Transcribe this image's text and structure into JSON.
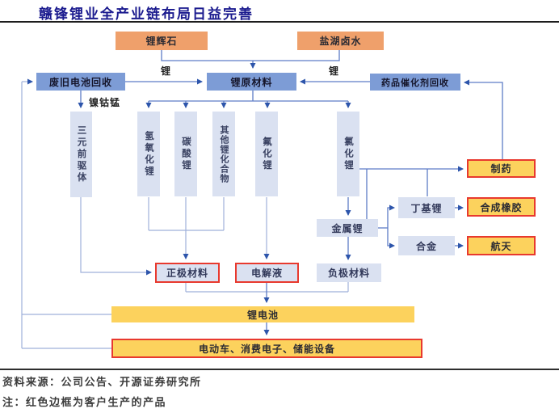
{
  "title": "赣锋锂业全产业链布局日益完善",
  "nodes": {
    "spodumene": {
      "label": "锂辉石"
    },
    "brine": {
      "label": "盐湖卤水"
    },
    "battery_recycling": {
      "label": "废旧电池回收"
    },
    "raw_material": {
      "label": "锂原材料"
    },
    "catalyst_recycling": {
      "label": "药品催化剂回收"
    },
    "ternary_precursor": {
      "label": "三元前驱体"
    },
    "lithium_hydroxide": {
      "label": "氢氧化锂"
    },
    "lithium_carbonate": {
      "label": "碳酸锂"
    },
    "other_compounds": {
      "label": "其他锂化合物"
    },
    "lithium_fluoride": {
      "label": "氟化锂"
    },
    "lithium_chloride": {
      "label": "氯化锂"
    },
    "pharma": {
      "label": "制药"
    },
    "butyl_lithium": {
      "label": "丁基锂"
    },
    "synthetic_rubber": {
      "label": "合成橡胶"
    },
    "lithium_metal": {
      "label": "金属锂"
    },
    "alloy": {
      "label": "合金"
    },
    "aerospace": {
      "label": "航天"
    },
    "cathode_material": {
      "label": "正极材料"
    },
    "electrolyte": {
      "label": "电解液"
    },
    "anode_material": {
      "label": "负极材料"
    },
    "lithium_battery": {
      "label": "锂电池"
    },
    "applications": {
      "label": "电动车、消费电子、储能设备"
    }
  },
  "edge_labels": {
    "li_from_recycling": "锂",
    "li_from_catalyst": "锂",
    "nickel_cobalt_manganese": "镍钴锰"
  },
  "footer": {
    "source": "资料来源：公司公告、开源证券研究所",
    "note": "注：红色边框为客户生产的产品"
  },
  "colors": {
    "title_text": "#1a1a8e",
    "ore_box": "#efa06b",
    "process_box": "#7d9cd6",
    "product_box": "#dae1f1",
    "battery_box": "#fcd25d",
    "customer_highlight_border": "#e8392e",
    "connector_line": "#5d7cc6"
  }
}
